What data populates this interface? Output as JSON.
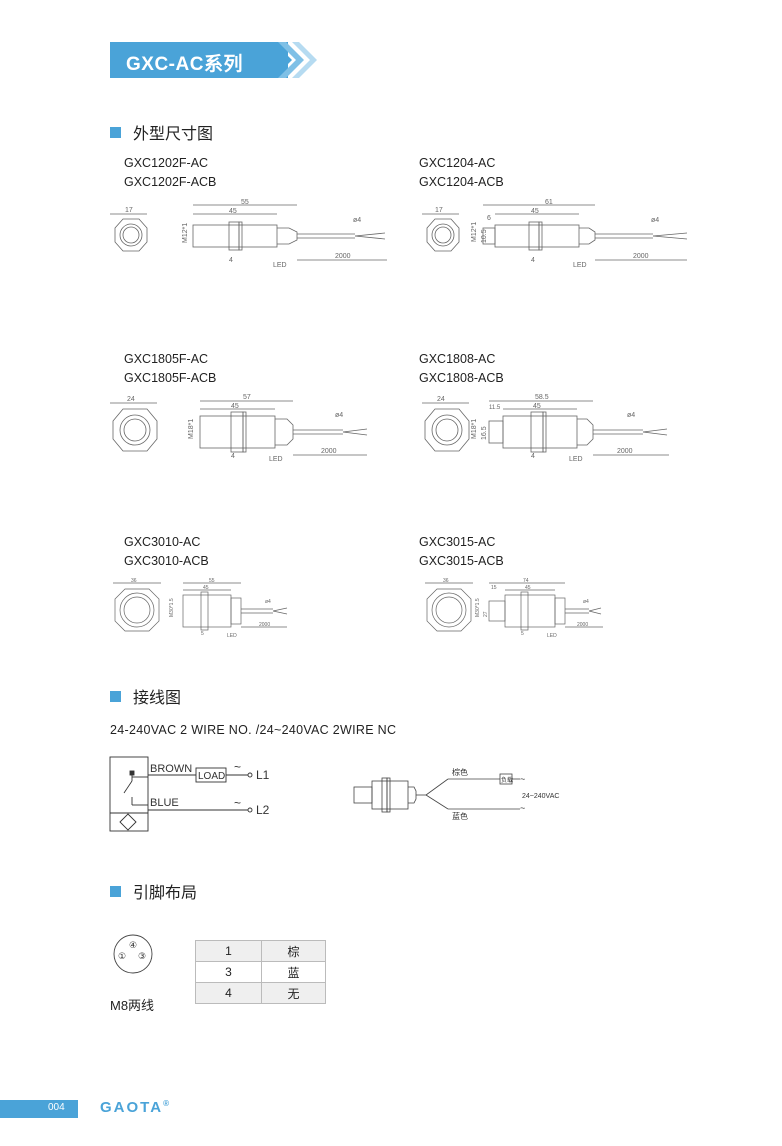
{
  "header": {
    "title": "GXC-AC系列"
  },
  "sections": {
    "dimensions": "外型尺寸图",
    "wiring": "接线图",
    "pinout": "引脚布局"
  },
  "models": [
    {
      "line1": "GXC1202F-AC",
      "line2": "GXC1202F-ACB",
      "hex": "17",
      "total": "55",
      "body": "45",
      "thread": "M12*1",
      "nut": "4",
      "cable": "2000",
      "dia": "ø4",
      "led": "LED"
    },
    {
      "line1": "GXC1204-AC",
      "line2": "GXC1204-ACB",
      "hex": "17",
      "total": "61",
      "offset": "6",
      "body": "45",
      "thread": "M12*1",
      "inner": "10.5",
      "nut": "4",
      "cable": "2000",
      "dia": "ø4",
      "led": "LED"
    },
    {
      "line1": "GXC1805F-AC",
      "line2": "GXC1805F-ACB",
      "hex": "24",
      "total": "57",
      "body": "45",
      "thread": "M18*1",
      "nut": "4",
      "cable": "2000",
      "dia": "ø4",
      "led": "LED"
    },
    {
      "line1": "GXC1808-AC",
      "line2": "GXC1808-ACB",
      "hex": "24",
      "total": "58.5",
      "offset": "11.5",
      "body": "45",
      "thread": "M18*1",
      "inner": "16.5",
      "nut": "4",
      "cable": "2000",
      "dia": "ø4",
      "led": "LED"
    },
    {
      "line1": "GXC3010-AC",
      "line2": "GXC3010-ACB",
      "hex": "36",
      "total": "55",
      "body": "45",
      "thread": "M30*1.5",
      "nut": "5",
      "cable": "2000",
      "dia": "ø4",
      "led": "LED"
    },
    {
      "line1": "GXC3015-AC",
      "line2": "GXC3015-ACB",
      "hex": "36",
      "total": "74",
      "offset": "15",
      "body": "45",
      "thread": "M30*1.5",
      "inner": "27",
      "nut": "5",
      "cable": "2000",
      "dia": "ø4",
      "led": "LED"
    }
  ],
  "wiring": {
    "title": "24-240VAC 2 WIRE NO. /24~240VAC 2WIRE NC",
    "brown": "BROWN",
    "blue": "BLUE",
    "load": "LOAD",
    "l1": "L1",
    "l2": "L2",
    "tilde": "~",
    "cn_brown": "棕色",
    "cn_blue": "蓝色",
    "cn_load": "负载",
    "cn_voltage": "24~240VAC"
  },
  "pinout": {
    "label": "M8两线",
    "pins": [
      "①",
      "③",
      "④"
    ],
    "rows": [
      {
        "pin": "1",
        "color": "棕"
      },
      {
        "pin": "3",
        "color": "蓝"
      },
      {
        "pin": "4",
        "color": "无"
      }
    ]
  },
  "footer": {
    "page": "004",
    "brand": "GAOTA",
    "reg": "®"
  },
  "colors": {
    "accent": "#4aa3d8"
  }
}
